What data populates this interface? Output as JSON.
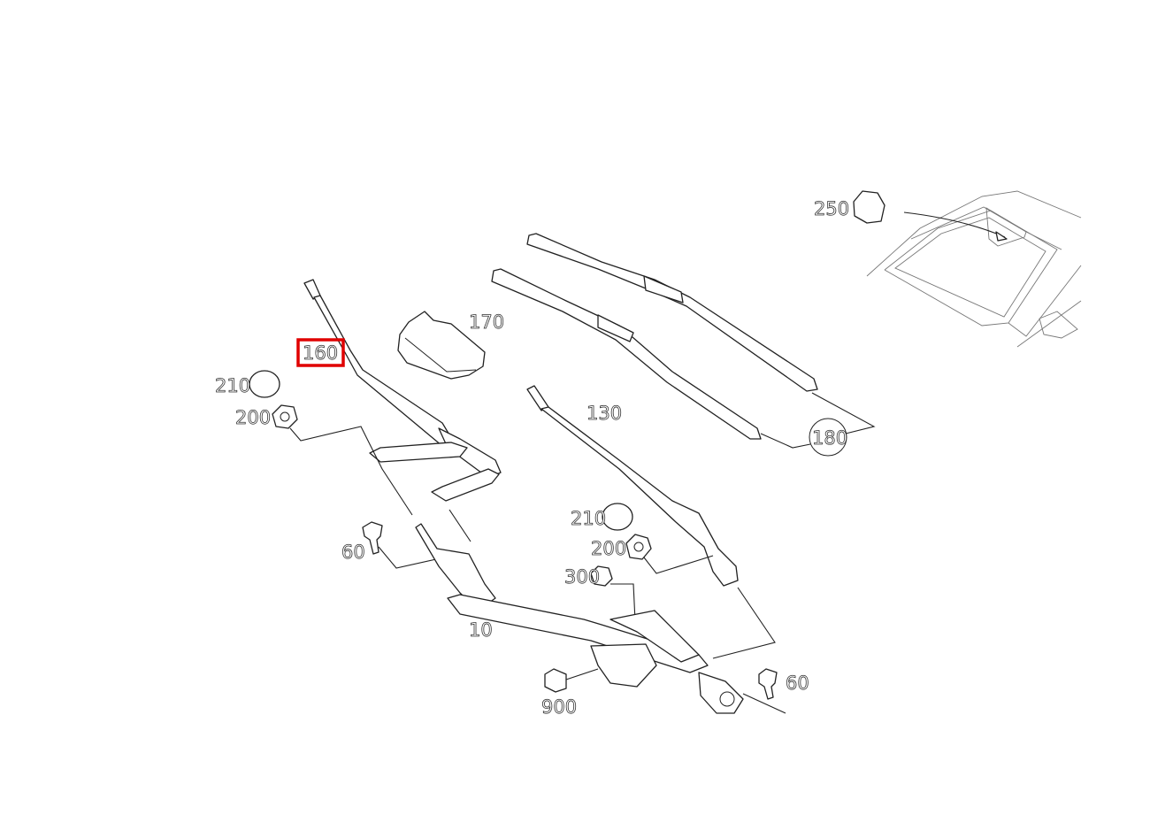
{
  "diagram": {
    "highlighted_part": "160",
    "highlight_color": "#e00000",
    "callouts": [
      {
        "id": "c250",
        "label": "250"
      },
      {
        "id": "c170",
        "label": "170"
      },
      {
        "id": "c160",
        "label": "160"
      },
      {
        "id": "c210a",
        "label": "210"
      },
      {
        "id": "c200a",
        "label": "200"
      },
      {
        "id": "c130",
        "label": "130"
      },
      {
        "id": "c180",
        "label": "180"
      },
      {
        "id": "c210b",
        "label": "210"
      },
      {
        "id": "c200b",
        "label": "200"
      },
      {
        "id": "c300",
        "label": "300"
      },
      {
        "id": "c60a",
        "label": "60"
      },
      {
        "id": "c10",
        "label": "10"
      },
      {
        "id": "c60b",
        "label": "60"
      },
      {
        "id": "c900",
        "label": "900"
      }
    ]
  }
}
